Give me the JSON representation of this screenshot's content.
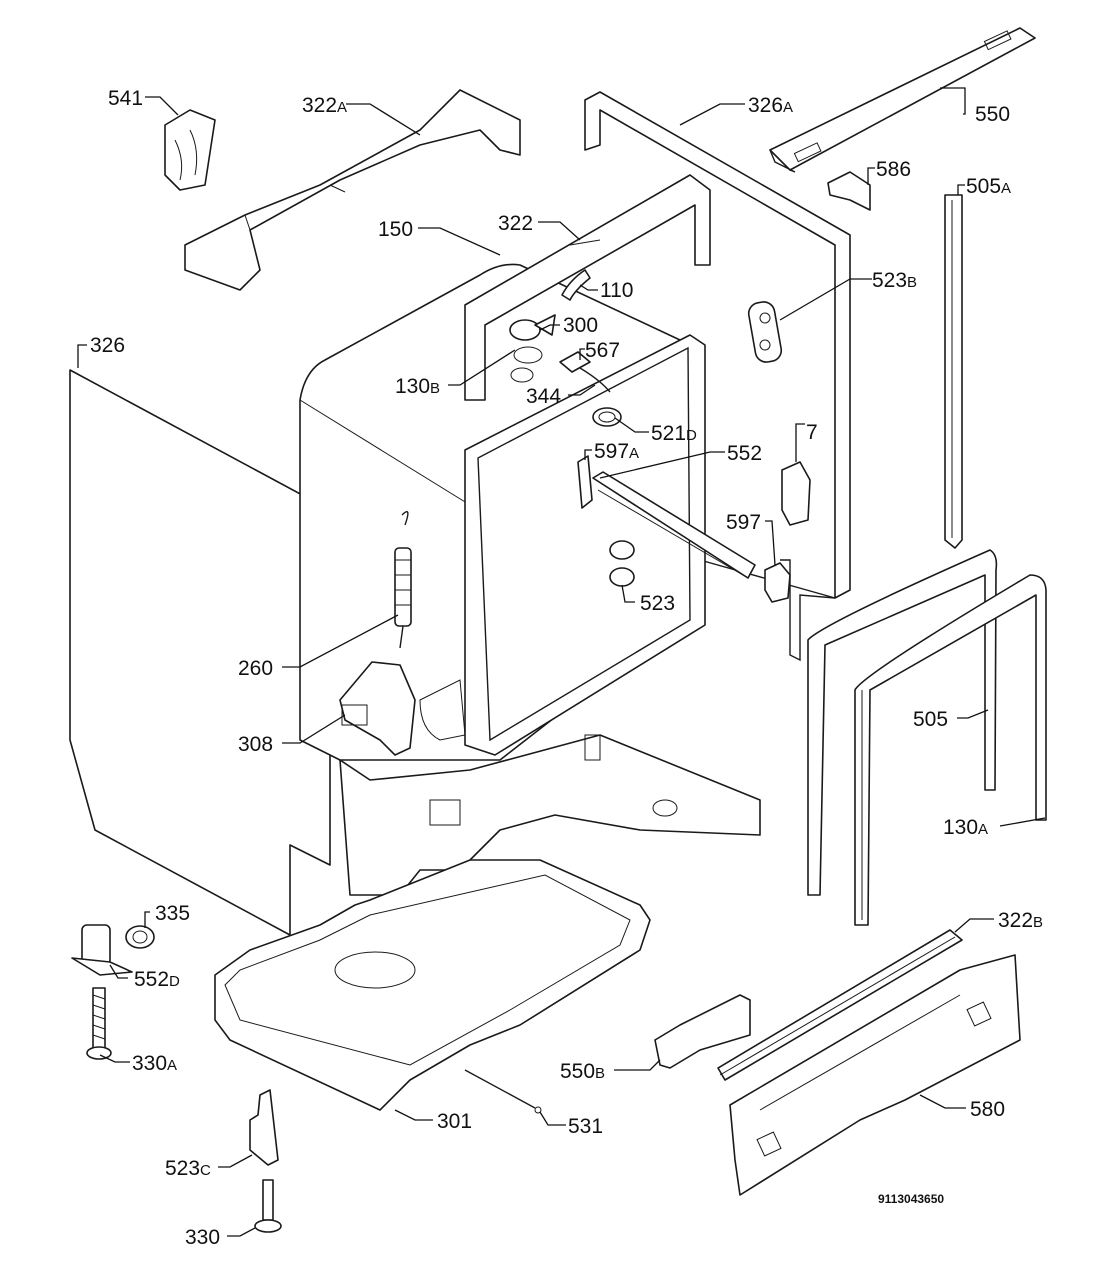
{
  "labels": [
    {
      "id": "541",
      "num": "541",
      "suffix": ""
    },
    {
      "id": "322A",
      "num": "322",
      "suffix": "A"
    },
    {
      "id": "326A",
      "num": "326",
      "suffix": "A"
    },
    {
      "id": "550",
      "num": "550",
      "suffix": ""
    },
    {
      "id": "586",
      "num": "586",
      "suffix": ""
    },
    {
      "id": "505A",
      "num": "505",
      "suffix": "A"
    },
    {
      "id": "150",
      "num": "150",
      "suffix": ""
    },
    {
      "id": "322",
      "num": "322",
      "suffix": ""
    },
    {
      "id": "110",
      "num": "110",
      "suffix": ""
    },
    {
      "id": "523B",
      "num": "523",
      "suffix": "B"
    },
    {
      "id": "300",
      "num": "300",
      "suffix": ""
    },
    {
      "id": "567",
      "num": "567",
      "suffix": ""
    },
    {
      "id": "326",
      "num": "326",
      "suffix": ""
    },
    {
      "id": "130B",
      "num": "130",
      "suffix": "B"
    },
    {
      "id": "344",
      "num": "344",
      "suffix": ""
    },
    {
      "id": "521D",
      "num": "521",
      "suffix": "D"
    },
    {
      "id": "7",
      "num": "7",
      "suffix": ""
    },
    {
      "id": "597A",
      "num": "597",
      "suffix": "A"
    },
    {
      "id": "552",
      "num": "552",
      "suffix": ""
    },
    {
      "id": "597",
      "num": "597",
      "suffix": ""
    },
    {
      "id": "523",
      "num": "523",
      "suffix": ""
    },
    {
      "id": "260",
      "num": "260",
      "suffix": ""
    },
    {
      "id": "505",
      "num": "505",
      "suffix": ""
    },
    {
      "id": "308",
      "num": "308",
      "suffix": ""
    },
    {
      "id": "130A",
      "num": "130",
      "suffix": "A"
    },
    {
      "id": "335",
      "num": "335",
      "suffix": ""
    },
    {
      "id": "322B",
      "num": "322",
      "suffix": "B"
    },
    {
      "id": "552D",
      "num": "552",
      "suffix": "D"
    },
    {
      "id": "330A",
      "num": "330",
      "suffix": "A"
    },
    {
      "id": "550B",
      "num": "550",
      "suffix": "B"
    },
    {
      "id": "580",
      "num": "580",
      "suffix": ""
    },
    {
      "id": "301",
      "num": "301",
      "suffix": ""
    },
    {
      "id": "531",
      "num": "531",
      "suffix": ""
    },
    {
      "id": "523C",
      "num": "523",
      "suffix": "C"
    },
    {
      "id": "330",
      "num": "330",
      "suffix": ""
    }
  ],
  "document_id": "9113043650"
}
